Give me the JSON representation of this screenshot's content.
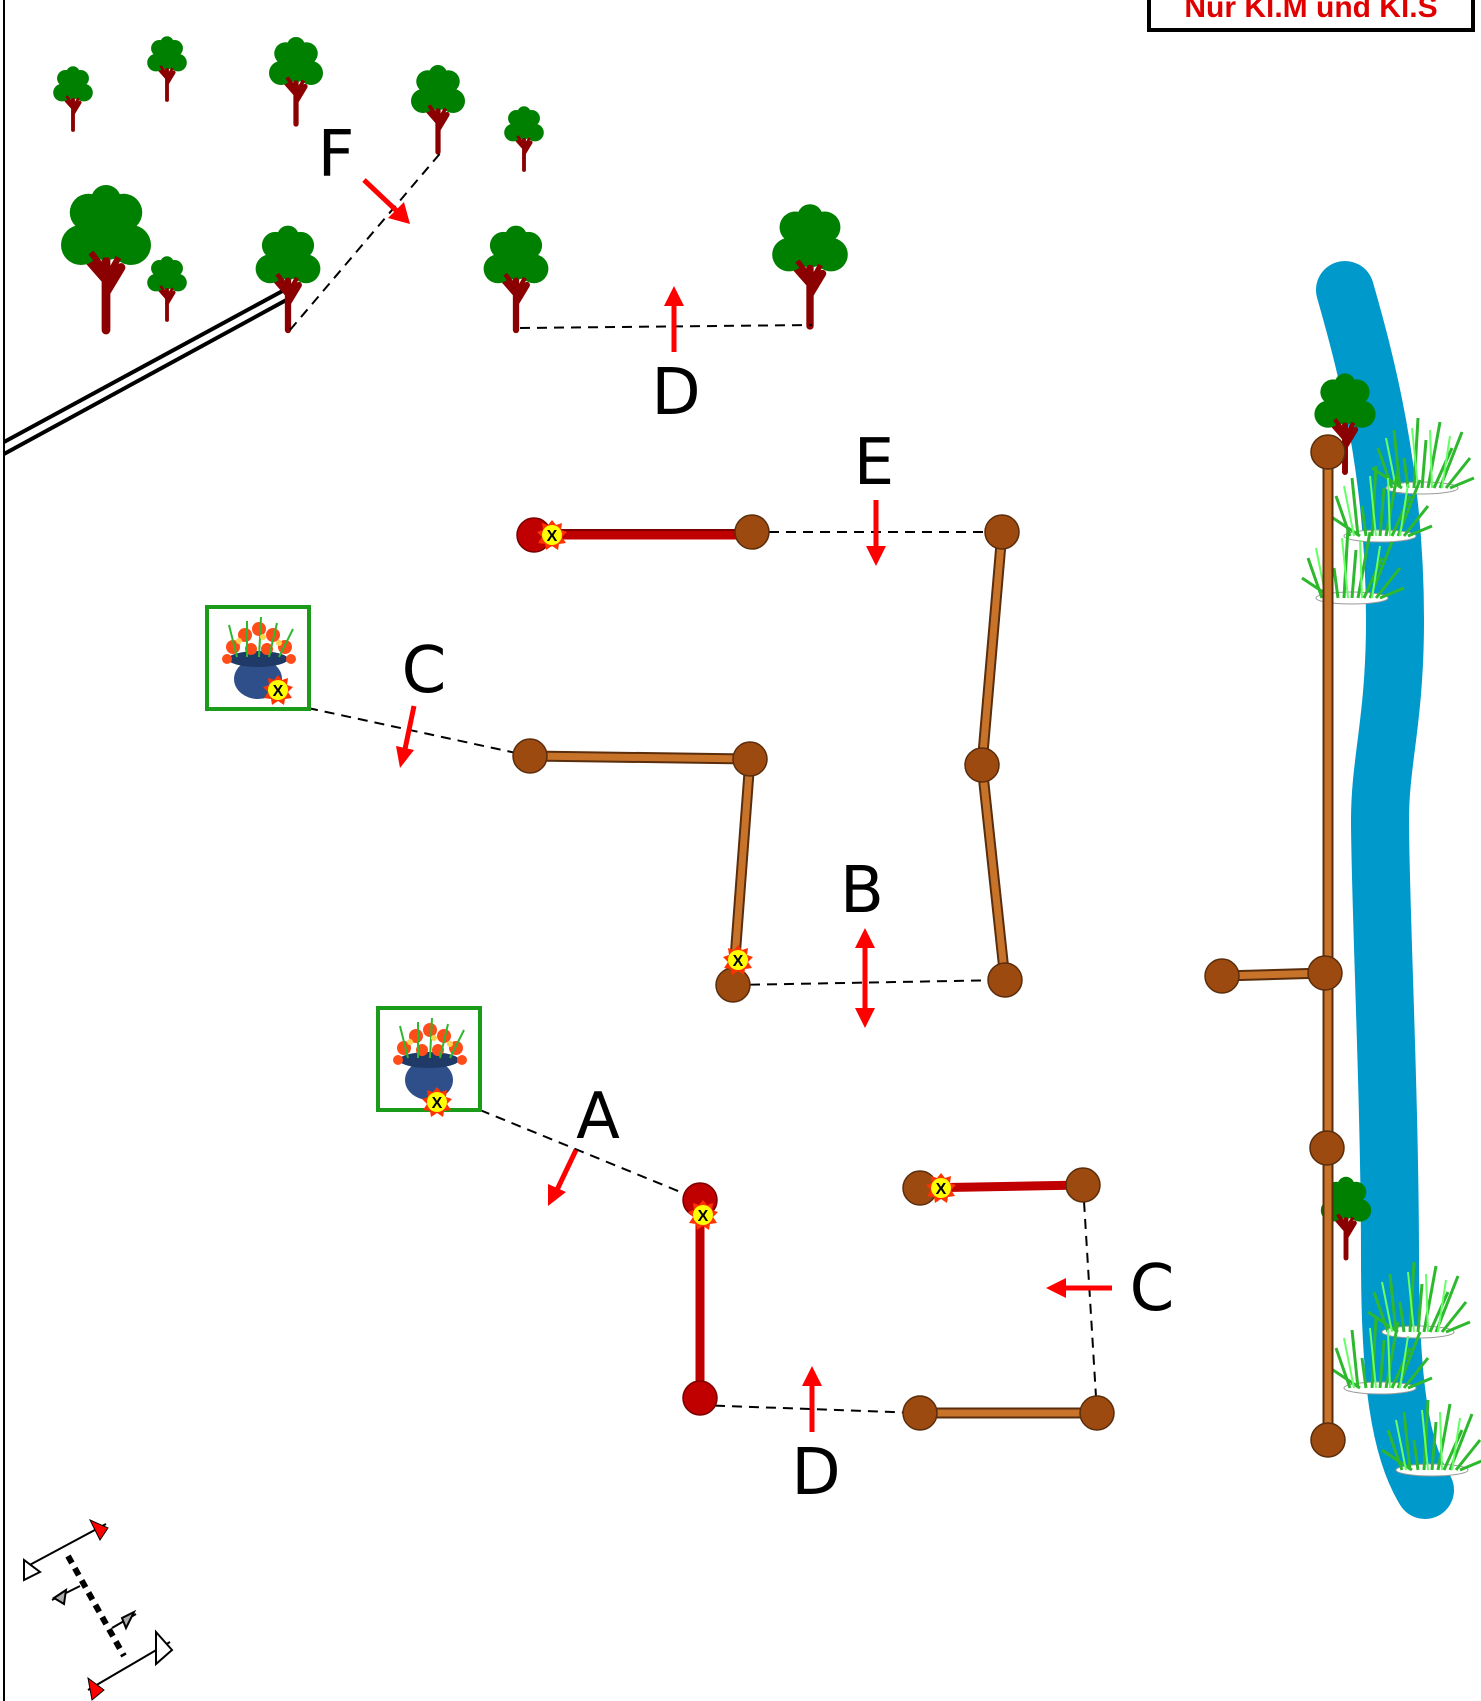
{
  "note": "Nur Kl.M und Kl.S",
  "labels": {
    "F": "F",
    "D_top": "D",
    "E": "E",
    "C_left": "C",
    "B": "B",
    "A": "A",
    "C_right": "C",
    "D_bottom": "D"
  },
  "obstacle_mark": "X",
  "colors": {
    "wall_red": "#c00000",
    "rail_orange": "#c8732a",
    "post_brown": "#8b4513",
    "arrow_red": "#ff0000",
    "tree_green": "#008000",
    "trunk": "#8b0000",
    "water": "#0099cc",
    "box_green": "#1a9c1a"
  }
}
